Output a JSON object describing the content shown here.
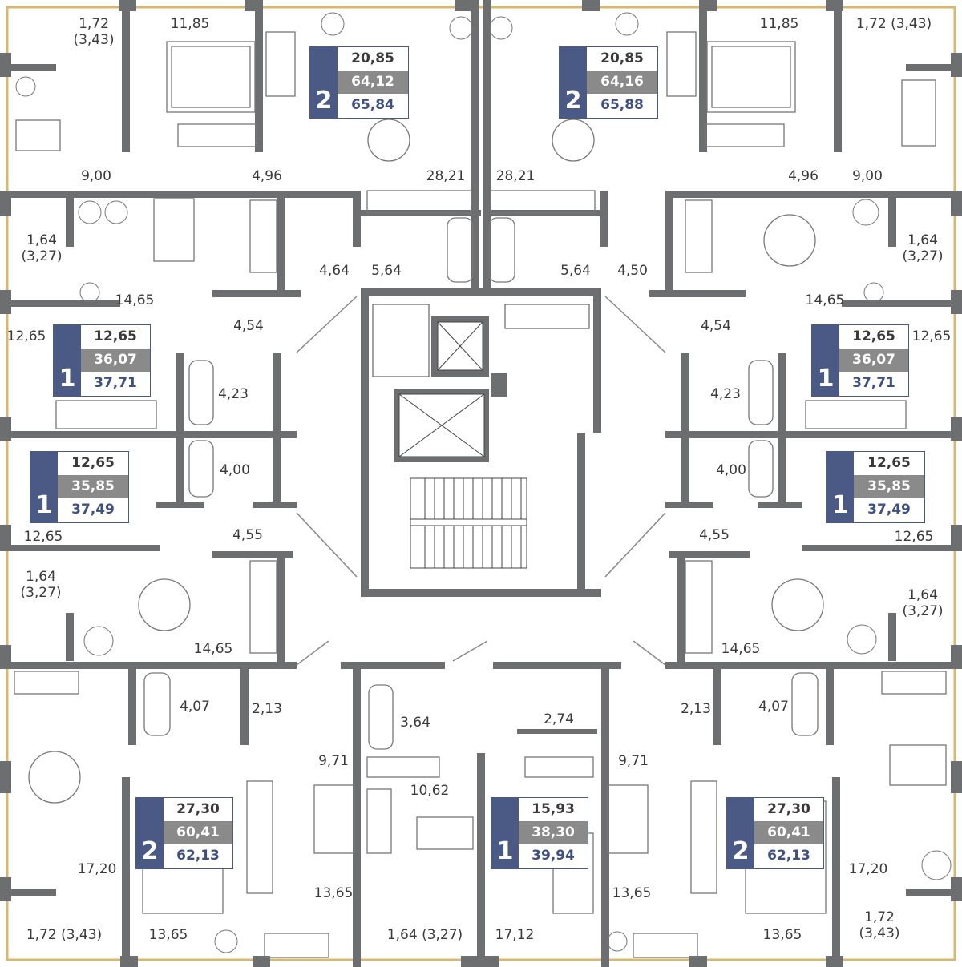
{
  "colors": {
    "wall": "#6d6e70",
    "outline": "#d8b773",
    "badge": "#4a5a85",
    "area_grey": "#8a8a8a",
    "area_blue": "#3f4f82",
    "text": "#3a3a3a"
  },
  "apartments": [
    {
      "id": "ne-top-left",
      "rooms": "2",
      "living": "20,85",
      "area": "64,12",
      "total": "65,84"
    },
    {
      "id": "ne-top-right",
      "rooms": "2",
      "living": "20,85",
      "area": "64,16",
      "total": "65,88"
    },
    {
      "id": "west-upper",
      "rooms": "1",
      "living": "12,65",
      "area": "36,07",
      "total": "37,71"
    },
    {
      "id": "west-lower",
      "rooms": "1",
      "living": "12,65",
      "area": "35,85",
      "total": "37,49"
    },
    {
      "id": "east-upper",
      "rooms": "1",
      "living": "12,65",
      "area": "36,07",
      "total": "37,71"
    },
    {
      "id": "east-lower",
      "rooms": "1",
      "living": "12,65",
      "area": "35,85",
      "total": "37,49"
    },
    {
      "id": "south-left",
      "rooms": "2",
      "living": "27,30",
      "area": "60,41",
      "total": "62,13"
    },
    {
      "id": "south-center",
      "rooms": "1",
      "living": "15,93",
      "area": "38,30",
      "total": "39,94"
    },
    {
      "id": "south-right",
      "rooms": "2",
      "living": "27,30",
      "area": "60,41",
      "total": "62,13"
    }
  ],
  "room_labels": [
    "1,72\n(3,43)",
    "11,85",
    "9,00",
    "4,96",
    "1,64\n(3,27)",
    "14,65",
    "12,65",
    "4,54",
    "4,23",
    "4,64",
    "5,64",
    "28,21",
    "28,21",
    "5,64",
    "4,50",
    "11,85",
    "1,72 (3,43)",
    "4,96",
    "9,00",
    "1,64\n(3,27)",
    "14,65",
    "4,54",
    "12,65",
    "4,23",
    "4,00",
    "12,65",
    "4,00",
    "12,65",
    "4,55",
    "1,64\n(3,27)",
    "14,65",
    "4,07",
    "2,13",
    "4,55",
    "1,64\n(3,27)",
    "14,65",
    "2,13",
    "4,07",
    "3,64",
    "2,74",
    "9,71",
    "9,71",
    "10,62",
    "17,20",
    "13,65",
    "13,65",
    "17,20",
    "1,72 (3,43)",
    "13,65",
    "1,64 (3,27)",
    "17,12",
    "13,65",
    "1,72\n(3,43)"
  ]
}
